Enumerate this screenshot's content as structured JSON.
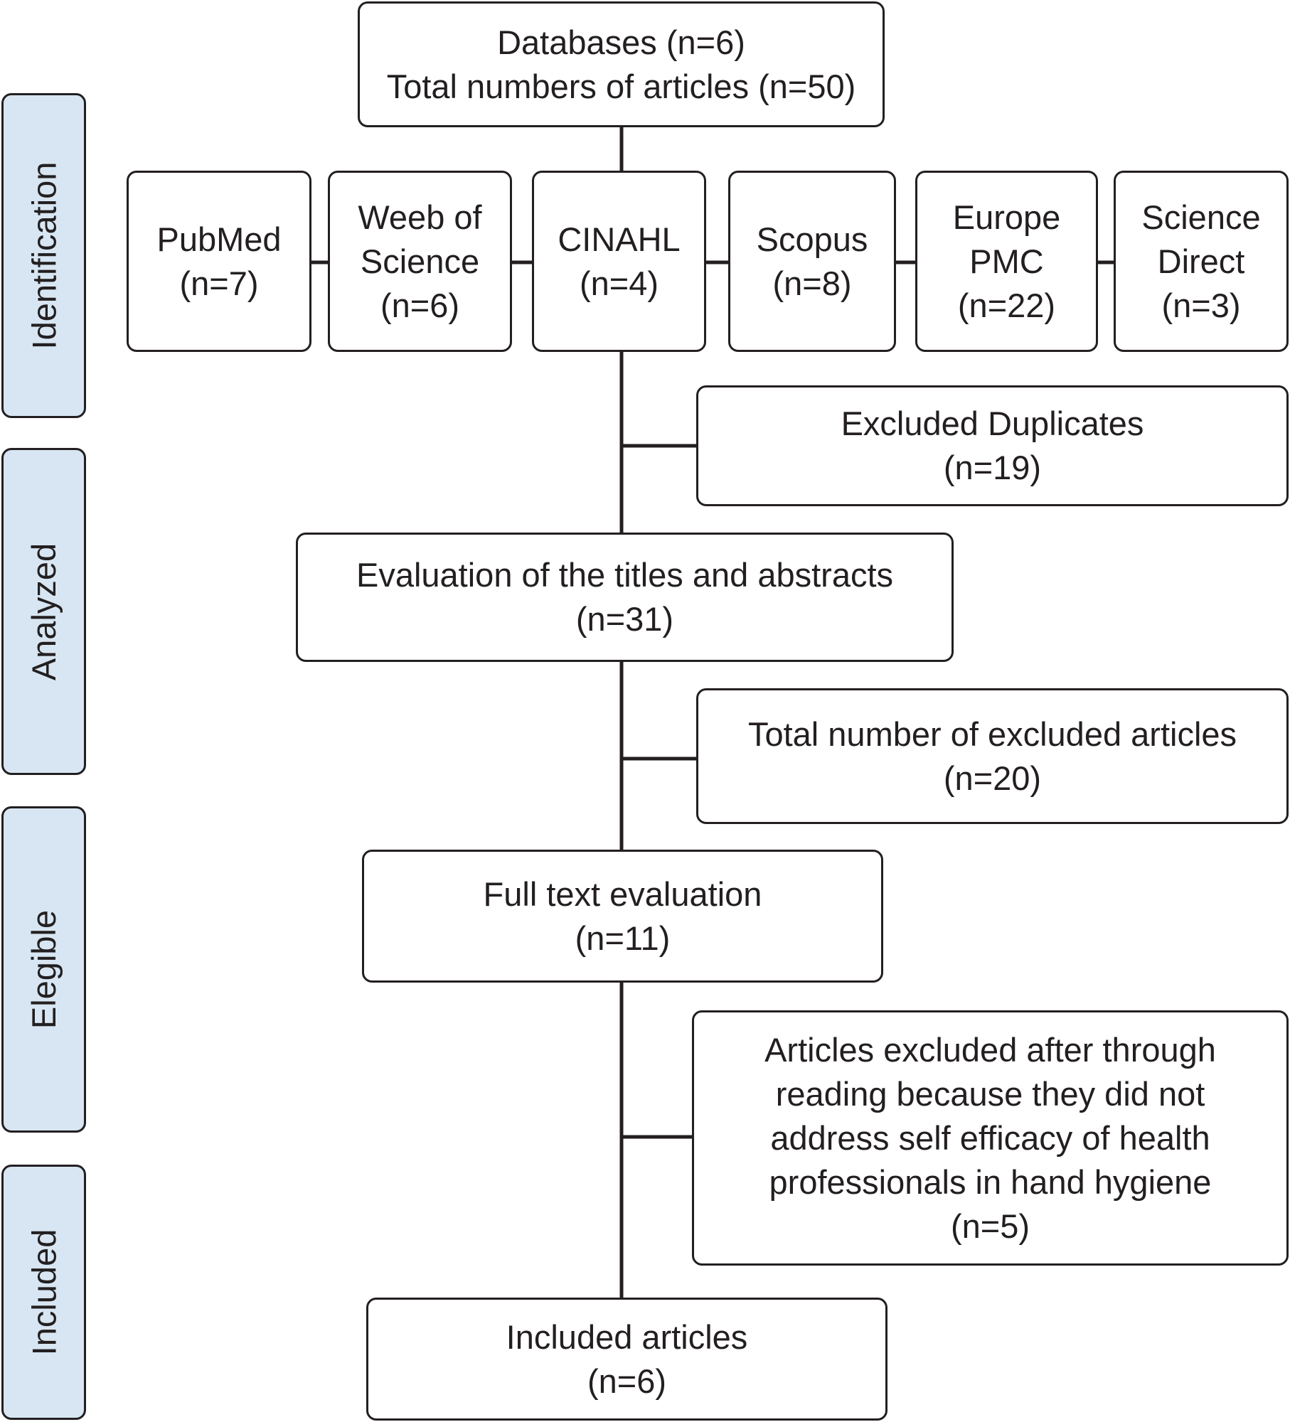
{
  "stages": {
    "identification": "Identification",
    "analyzed": "Analyzed",
    "eligible": "Elegible",
    "included": "Included"
  },
  "top_box": {
    "line1": "Databases (n=6)",
    "line2": "Total numbers of articles (n=50)"
  },
  "databases": [
    {
      "name_lines": [
        "PubMed"
      ],
      "count": "(n=7)"
    },
    {
      "name_lines": [
        "Weeb of",
        "Science"
      ],
      "count": "(n=6)"
    },
    {
      "name_lines": [
        "CINAHL"
      ],
      "count": "(n=4)"
    },
    {
      "name_lines": [
        "Scopus"
      ],
      "count": "(n=8)"
    },
    {
      "name_lines": [
        "Europe",
        "PMC"
      ],
      "count": "(n=22)"
    },
    {
      "name_lines": [
        "Science",
        "Direct"
      ],
      "count": "(n=3)"
    }
  ],
  "excluded_duplicates": {
    "label": "Excluded Duplicates",
    "count": "(n=19)"
  },
  "title_abstract": {
    "label": "Evaluation of the titles and abstracts",
    "count": "(n=31)"
  },
  "excluded_articles": {
    "label": "Total number of excluded articles",
    "count": "(n=20)"
  },
  "full_text": {
    "label": "Full text evaluation",
    "count": "(n=11)"
  },
  "excluded_reading": {
    "lines": [
      "Articles excluded after through",
      "reading because they did not",
      "address self efficacy of health",
      "professionals in hand hygiene"
    ],
    "count": "(n=5)"
  },
  "included": {
    "label": "Included articles",
    "count": "(n=6)"
  }
}
